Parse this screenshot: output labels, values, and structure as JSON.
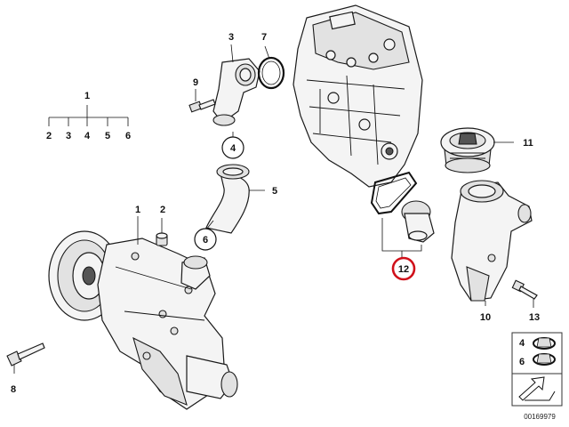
{
  "diagram": {
    "labels": {
      "assembly_top": "1",
      "sub_2": "2",
      "sub_3": "3",
      "sub_4": "4",
      "sub_5": "5",
      "sub_6": "6",
      "water_pump": "1",
      "bushing": "2",
      "connector": "3",
      "clamp_4": "4",
      "hose": "5",
      "clamp_6": "6",
      "o_ring": "7",
      "screw_8": "8",
      "screw_9": "9",
      "thermostat_housing": "10",
      "cap": "11",
      "thermostat_kit": "12",
      "screw_13": "13",
      "legend_clamp_4": "4",
      "legend_clamp_6": "6"
    },
    "diagram_id": "00169979"
  },
  "colors": {
    "highlight_ring": "#d0101a",
    "ink": "#111111"
  }
}
